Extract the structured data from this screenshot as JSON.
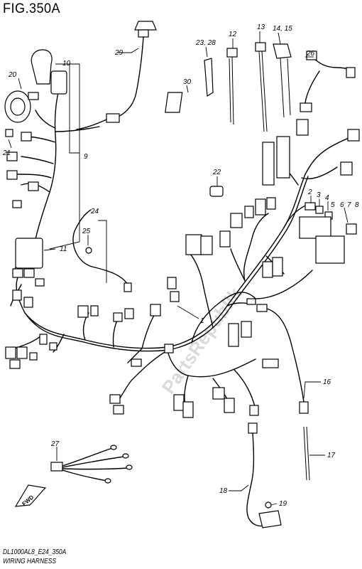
{
  "figure": {
    "title": "FIG.350A",
    "model_code": "DL1000AL8_E24_350A",
    "name": "WIRING HARNESS",
    "watermark": "PartsRepublik",
    "direction_label": "FWD"
  },
  "callouts": [
    {
      "id": "c1",
      "text": "1"
    },
    {
      "id": "c2",
      "text": "2"
    },
    {
      "id": "c3",
      "text": "3"
    },
    {
      "id": "c4",
      "text": "4"
    },
    {
      "id": "c5",
      "text": "5"
    },
    {
      "id": "c6",
      "text": "6"
    },
    {
      "id": "c7",
      "text": "7"
    },
    {
      "id": "c8",
      "text": "8"
    },
    {
      "id": "c9",
      "text": "9"
    },
    {
      "id": "c10",
      "text": "10"
    },
    {
      "id": "c11",
      "text": "11"
    },
    {
      "id": "c12",
      "text": "12"
    },
    {
      "id": "c13",
      "text": "13"
    },
    {
      "id": "c14",
      "text": "14, 15"
    },
    {
      "id": "c16",
      "text": "16"
    },
    {
      "id": "c17",
      "text": "17"
    },
    {
      "id": "c18",
      "text": "18"
    },
    {
      "id": "c19",
      "text": "19"
    },
    {
      "id": "c20",
      "text": "20"
    },
    {
      "id": "c21",
      "text": "21"
    },
    {
      "id": "c22",
      "text": "22"
    },
    {
      "id": "c23",
      "text": "23, 28"
    },
    {
      "id": "c24",
      "text": "24"
    },
    {
      "id": "c25",
      "text": "25"
    },
    {
      "id": "c26",
      "text": "26"
    },
    {
      "id": "c27",
      "text": "27"
    },
    {
      "id": "c29",
      "text": "29"
    },
    {
      "id": "c30",
      "text": "30"
    }
  ]
}
